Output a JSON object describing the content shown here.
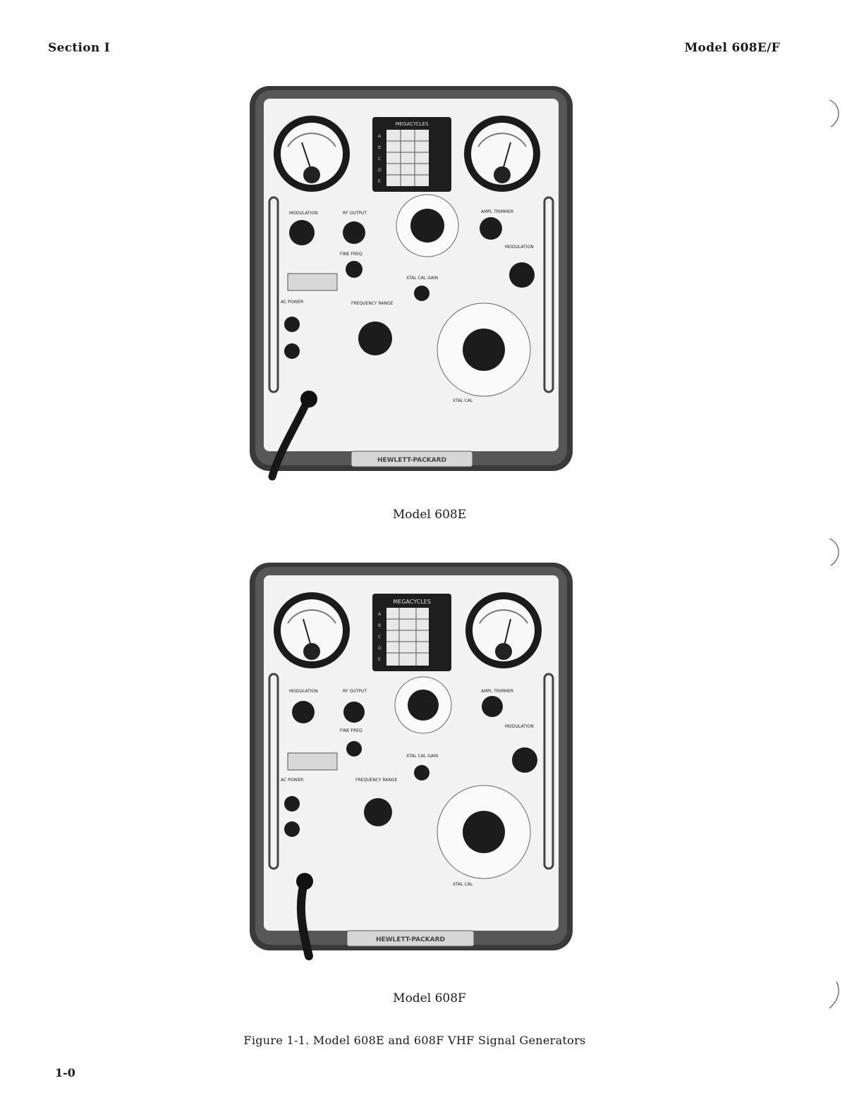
{
  "header": {
    "section": "Section I",
    "model": "Model 608E/F"
  },
  "figures": [
    {
      "caption": "Model 608E",
      "panel": {
        "dial_title": "MEGACYCLES",
        "dial_bands": [
          "A",
          "B",
          "C",
          "D",
          "E"
        ],
        "labels": {
          "modulation": "MODULATION",
          "rf_output": "RF OUTPUT",
          "fine_freq": "FINE FREQ",
          "ampl_trimmer": "AMPL TRIMMER",
          "modulation_select": "MODULATION",
          "xtal_cal_gain": "XTAL CAL GAIN",
          "ac_power": "AC POWER",
          "frequency_range": "FREQUENCY RANGE",
          "xtal_cal": "XTAL CAL",
          "nameplate": "HEWLETT-PACKARD"
        }
      }
    },
    {
      "caption": "Model 608F",
      "panel": {
        "dial_title": "MEGACYCLES",
        "dial_bands": [
          "A",
          "B",
          "C",
          "D",
          "E"
        ],
        "labels": {
          "modulation": "MODULATION",
          "rf_output": "RF OUTPUT",
          "fine_freq": "FINE FREQ",
          "ampl_trimmer": "AMPL TRIMMER",
          "modulation_select": "MODULATION",
          "xtal_cal_gain": "XTAL CAL GAIN",
          "ac_power": "AC POWER",
          "frequency_range": "FREQUENCY RANGE",
          "xtal_cal": "XTAL CAL",
          "nameplate": "HEWLETT-PACKARD"
        }
      }
    }
  ],
  "figure_caption": "Figure 1-1.  Model 608E and 608F VHF Signal Generators",
  "page_number": "1-0"
}
